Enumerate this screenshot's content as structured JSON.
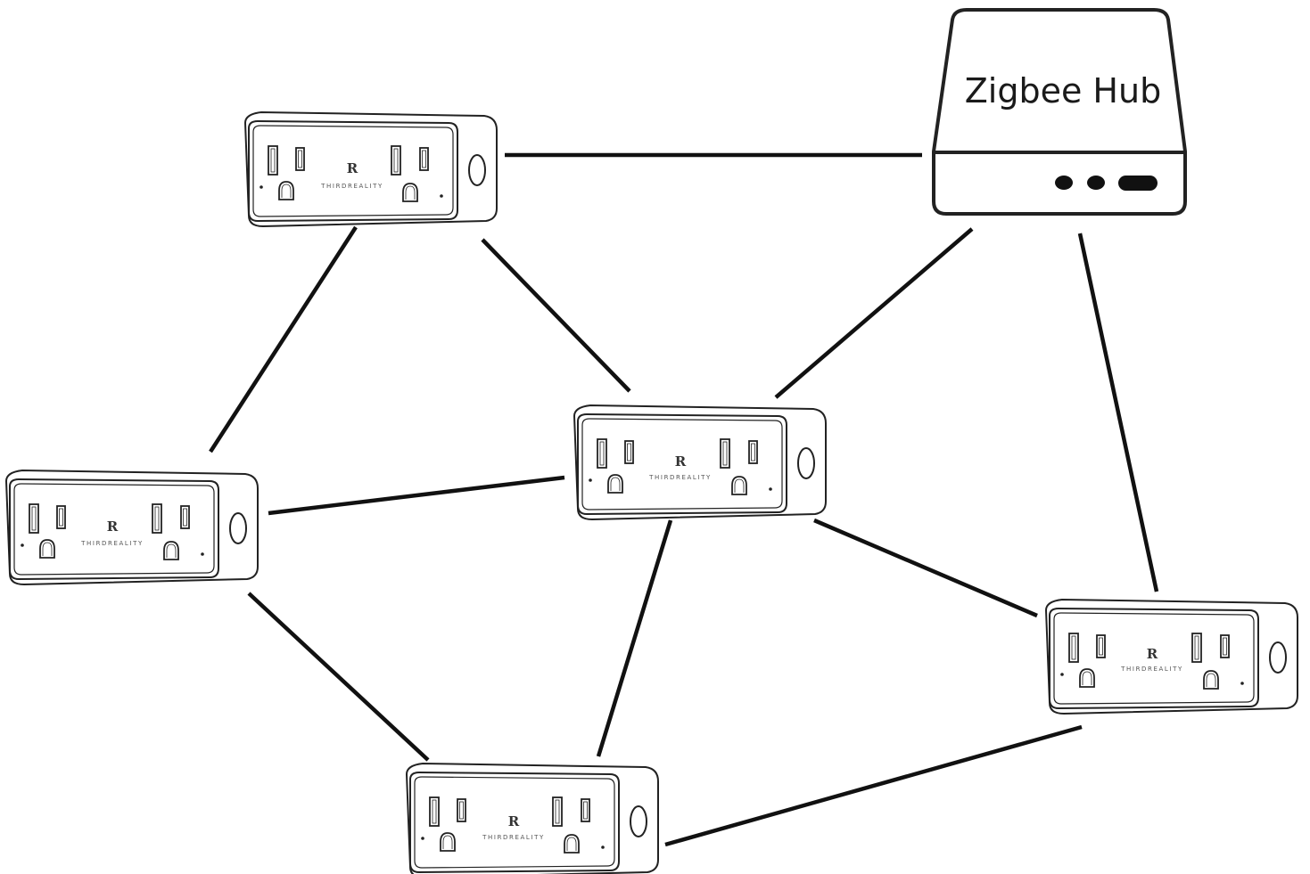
{
  "hub": {
    "label": "Zigbee Hub",
    "icon": "zigbee-hub-icon"
  },
  "plug": {
    "brand_text": "THIRDREALITY",
    "logo_letter": "R",
    "icon": "smart-plug-icon"
  },
  "devices": [
    {
      "id": "plug-top-left",
      "type": "smart-plug"
    },
    {
      "id": "plug-left",
      "type": "smart-plug"
    },
    {
      "id": "plug-center",
      "type": "smart-plug"
    },
    {
      "id": "plug-right",
      "type": "smart-plug"
    },
    {
      "id": "plug-bottom",
      "type": "smart-plug"
    },
    {
      "id": "zigbee-hub",
      "type": "hub"
    }
  ],
  "connections": [
    {
      "from": "plug-top-left",
      "to": "zigbee-hub"
    },
    {
      "from": "plug-top-left",
      "to": "plug-left"
    },
    {
      "from": "plug-top-left",
      "to": "plug-center"
    },
    {
      "from": "zigbee-hub",
      "to": "plug-center"
    },
    {
      "from": "zigbee-hub",
      "to": "plug-right"
    },
    {
      "from": "plug-left",
      "to": "plug-center"
    },
    {
      "from": "plug-left",
      "to": "plug-bottom"
    },
    {
      "from": "plug-center",
      "to": "plug-bottom"
    },
    {
      "from": "plug-center",
      "to": "plug-right"
    },
    {
      "from": "plug-right",
      "to": "plug-bottom"
    }
  ],
  "colors": {
    "line": "#111111",
    "outline": "#222222",
    "background": "#ffffff"
  }
}
